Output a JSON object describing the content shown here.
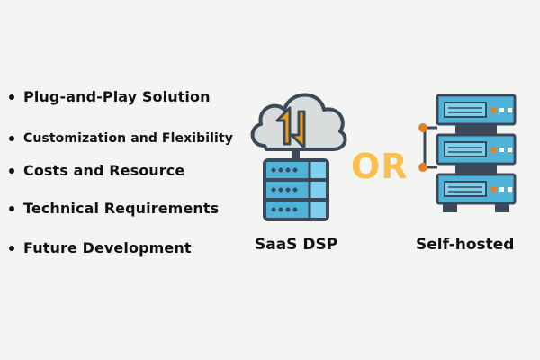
{
  "bullets": [
    "Plug-and-Play Solution",
    "Customization and Flexibility",
    "Costs and Resource",
    "Technical Requirements",
    "Future Development"
  ],
  "labels": {
    "saas": "SaaS DSP",
    "self_hosted": "Self-hosted",
    "or": "OR"
  },
  "colors": {
    "background": "#f4f4f2",
    "text": "#111111",
    "or_accent": "#fbbf4d",
    "cloud": "#d9dcdd",
    "server_dark": "#3b4a5a",
    "server_blue": "#4fb3d9",
    "server_light": "#7dd0ec",
    "arrow_orange": "#f39c12",
    "connector_orange": "#e67e22"
  },
  "icons": {
    "saas": "cloud-server-sync-icon",
    "self_hosted": "server-rack-icon"
  }
}
